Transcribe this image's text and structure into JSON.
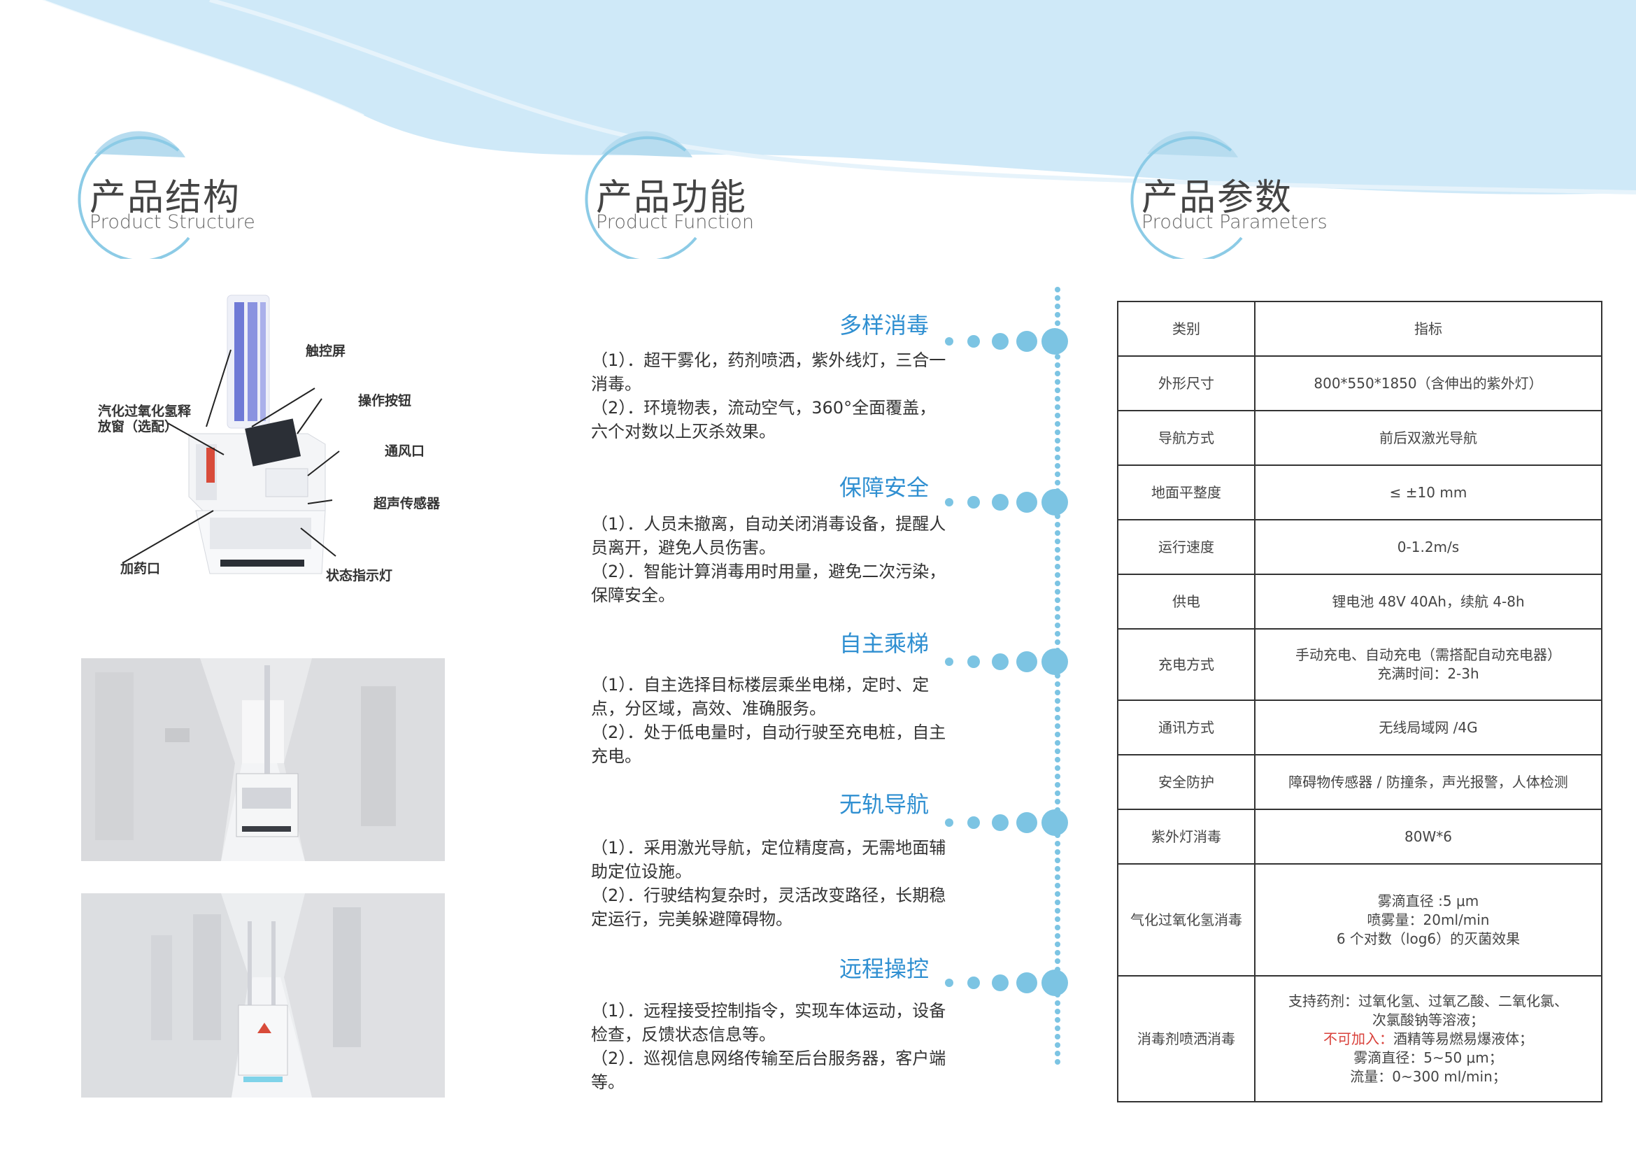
{
  "sections": {
    "structure": {
      "title_cn": "产品结构",
      "title_en": "Product Structure"
    },
    "function": {
      "title_cn": "产品功能",
      "title_en": "Product Function"
    },
    "parameters": {
      "title_cn": "产品参数",
      "title_en": "Product Parameters"
    }
  },
  "callouts": {
    "touch_screen": "触控屏",
    "release_window_line1": "汽化过氧化氢释",
    "release_window_line2": "放窗（选配）",
    "operate_button": "操作按钮",
    "vent": "通风口",
    "ultrasonic": "超声传感器",
    "refill_port": "加药口",
    "status_light": "状态指示灯"
  },
  "features": [
    {
      "title": "多样消毒",
      "lines": [
        "（1）．超干雾化，药剂喷洒，紫外线灯，三合一消毒。",
        "（2）．环境物表，流动空气，360°全面覆盖，六个对数以上灭杀效果。"
      ]
    },
    {
      "title": "保障安全",
      "lines": [
        "（1）．人员未撤离，自动关闭消毒设备，提醒人员离开，避免人员伤害。",
        "（2）．智能计算消毒用时用量，避免二次污染，保障安全。"
      ]
    },
    {
      "title": "自主乘梯",
      "lines": [
        "（1）．自主选择目标楼层乘坐电梯，定时、定点，分区域，高效、准确服务。",
        "（2）．处于低电量时，自动行驶至充电桩，自主充电。"
      ]
    },
    {
      "title": "无轨导航",
      "lines": [
        "（1）．采用激光导航，定位精度高，无需地面辅助定位设施。",
        "（2）．行驶结构复杂时，灵活改变路径，长期稳定运行，完美躲避障碍物。"
      ]
    },
    {
      "title": "远程操控",
      "lines": [
        "（1）．远程接受控制指令，实现车体运动，设备检查，反馈状态信息等。",
        "（2）．巡视信息网络传输至后台服务器，客户端等。"
      ]
    }
  ],
  "table": {
    "header": {
      "c1": "类别",
      "c2": "指标"
    },
    "rows": [
      {
        "c1": "外形尺寸",
        "c2": "800*550*1850（含伸出的紫外灯）"
      },
      {
        "c1": "导航方式",
        "c2": "前后双激光导航"
      },
      {
        "c1": "地面平整度",
        "c2": "≤ ±10 mm"
      },
      {
        "c1": "运行速度",
        "c2": "0-1.2m/s"
      },
      {
        "c1": "供电",
        "c2": "锂电池 48V 40Ah，续航 4-8h"
      },
      {
        "c1": "充电方式",
        "c2_line1": "手动充电、自动充电（需搭配自动充电器）",
        "c2_line2": "充满时间：2-3h"
      },
      {
        "c1": "通讯方式",
        "c2": "无线局域网 /4G"
      },
      {
        "c1": "安全防护",
        "c2": "障碍物传感器 / 防撞条，声光报警，人体检测"
      },
      {
        "c1": "紫外灯消毒",
        "c2": "80W*6"
      },
      {
        "c1": "气化过氧化氢消毒",
        "c2_line1": "雾滴直径 :5 μm",
        "c2_line2": "喷雾量：20ml/min",
        "c2_line3": "6 个对数（log6）的灭菌效果"
      },
      {
        "c1": "消毒剂喷洒消毒",
        "c2_line1": "支持药剂：过氧化氢、过氧乙酸、二氧化氯、",
        "c2_line2": "次氯酸钠等溶液；",
        "c2_warn": "不可加入：",
        "c2_line3": "酒精等易燃易爆液体；",
        "c2_line4": "雾滴直径：5~50 μm；",
        "c2_line5": "流量：0~300 ml/min；"
      }
    ]
  },
  "colors": {
    "accent": "#2f8fd1",
    "sky": "#cde8f8",
    "dot": "#7cc4e3",
    "warn": "#d9413b"
  }
}
